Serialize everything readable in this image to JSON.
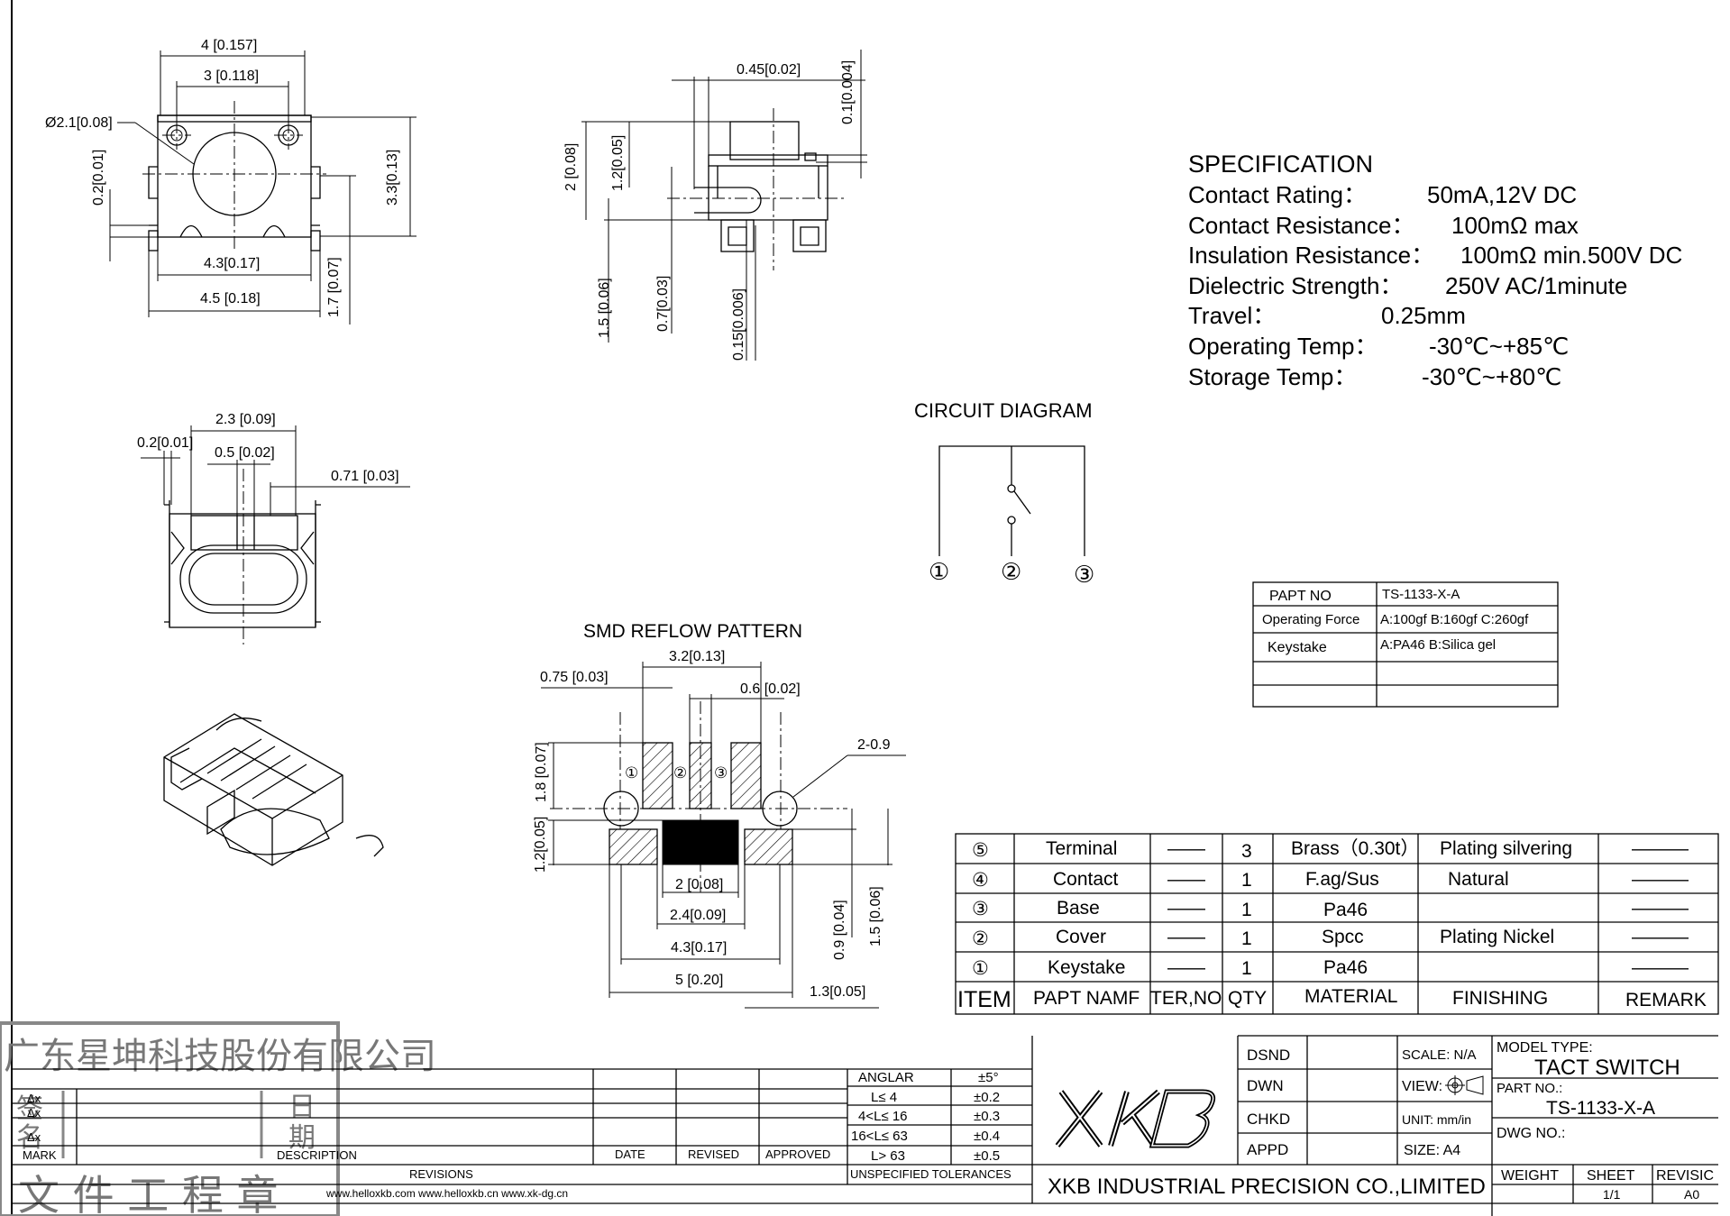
{
  "spec": {
    "title": "SPECIFICATION",
    "rows": [
      {
        "label": "Contact  Rating：",
        "value": "50mA,12V DC"
      },
      {
        "label": "Contact  Resistance：",
        "value": "100mΩ max"
      },
      {
        "label": "Insulation Resistance：",
        "value": "100mΩ min.500V DC"
      },
      {
        "label": "Dielectric  Strength：",
        "value": "250V AC/1minute"
      },
      {
        "label": "Travel：",
        "value": "0.25mm"
      },
      {
        "label": "Operating Temp：",
        "value": "-30℃~+85℃"
      },
      {
        "label": "Storage Temp：",
        "value": "-30℃~+80℃"
      }
    ]
  },
  "circuit": {
    "title": "CIRCUIT  DIAGRAM",
    "pins": [
      "①",
      "②",
      "③"
    ]
  },
  "smd": {
    "title": "SMD REFLOW PATTERN",
    "dims": {
      "d1": "3.2[0.13]",
      "d2": "0.75 [0.03]",
      "d3": "0.6 [0.02]",
      "d4": "2-0.9",
      "d5": "1.8 [0.07]",
      "d6": "1.2[0.05]",
      "d7": "2 [0.08]",
      "d8": "2.4[0.09]",
      "d9": "4.3[0.17]",
      "d10": "5 [0.20]",
      "d11": "1.3[0.05]",
      "d12": "0.9 [0.04]",
      "d13": "1.5 [0.06]"
    },
    "pins": [
      "①",
      "②",
      "③"
    ]
  },
  "top_view": {
    "dims": {
      "a": "4 [0.157]",
      "b": "3 [0.118]",
      "c": "Ø2.1[0.08]",
      "d": "0.2[0.01]",
      "e": "3.3[0.13]",
      "f": "4.3[0.17]",
      "g": "4.5 [0.18]",
      "h": "1.7 [0.07]"
    }
  },
  "side_view": {
    "dims": {
      "a": "0.45[0.02]",
      "b": "0.1[0.004]",
      "c": "2 [0.08]",
      "d": "1.2[0.05]",
      "e": "1.5 [0.06]",
      "f": "0.7[0.03]",
      "g": "0.15[0.006]"
    }
  },
  "front_view": {
    "dims": {
      "a": "2.3 [0.09]",
      "b": "0.2[0.01]",
      "c": "0.5 [0.02]",
      "d": "0.71 [0.03]"
    }
  },
  "part_table": {
    "rows": [
      [
        "PAPT NO",
        "TS-1133-X-A"
      ],
      [
        "Operating Force",
        "A:100gf B:160gf C:260gf"
      ],
      [
        "Keystake",
        "A:PA46  B:Silica gel"
      ],
      [
        "",
        ""
      ],
      [
        "",
        ""
      ]
    ]
  },
  "bom": {
    "rows": [
      [
        "⑤",
        "Terminal",
        "——",
        "3",
        "Brass（0.30t）",
        "Plating silvering",
        "———"
      ],
      [
        "④",
        "Contact",
        "——",
        "1",
        "F.ag/Sus",
        "Natural",
        "———"
      ],
      [
        "③",
        "Base",
        "——",
        "1",
        "Pa46",
        "",
        "———"
      ],
      [
        "②",
        "Cover",
        "——",
        "1",
        "Spcc",
        "Plating Nickel",
        "———"
      ],
      [
        "①",
        "Keystake",
        "——",
        "1",
        "Pa46",
        "",
        "———"
      ]
    ],
    "header": [
      "ITEM",
      "PAPT NAMF",
      "TER,NO",
      "QTY",
      "MATERIAL",
      "FINISHING",
      "REMARK"
    ]
  },
  "seal": {
    "top": "广东星坤科技股份有限公司",
    "bottom": "文 件 工 程 章",
    "day": "日",
    "period": "期",
    "left1": "签",
    "left2": "名"
  },
  "revisions": {
    "markers": [
      "Δx",
      "Δx",
      "Δx"
    ],
    "mark": "MARK",
    "description": "DESCRIPTION",
    "date": "DATE",
    "revised": "REVISED",
    "approved": "APPROVED",
    "revisions": "REVISIONS",
    "websites": "www.helloxkb.com   www.helloxkb.cn  www.xk-dg.cn"
  },
  "tolerances": {
    "rows": [
      [
        "ANGLAR",
        "±5°"
      ],
      [
        "L≤  4",
        "±0.2"
      ],
      [
        "4<L≤  16",
        "±0.3"
      ],
      [
        "16<L≤  63",
        "±0.4"
      ],
      [
        "L>  63",
        "±0.5"
      ]
    ],
    "title": "UNSPECIFIED TOLERANCES"
  },
  "title_block": {
    "logo": "XKB",
    "company": "XKB INDUSTRIAL PRECISION CO.,LIMITED",
    "sign_rows": [
      "DSND",
      "DWN",
      "CHKD",
      "APPD"
    ],
    "scale": "SCALE: N/A",
    "view": "VIEW:",
    "unit": "UNIT: mm/in",
    "size": "SIZE: A4",
    "model_label": "MODEL TYPE:",
    "model": "TACT SWITCH",
    "part_label": "PART NO.:",
    "part": "TS-1133-X-A",
    "dwg_label": "DWG NO.:",
    "weight": "WEIGHT",
    "sheet": "SHEET",
    "revision": "REVISIC",
    "sheet_val": "1/1",
    "rev_val": "A0"
  }
}
